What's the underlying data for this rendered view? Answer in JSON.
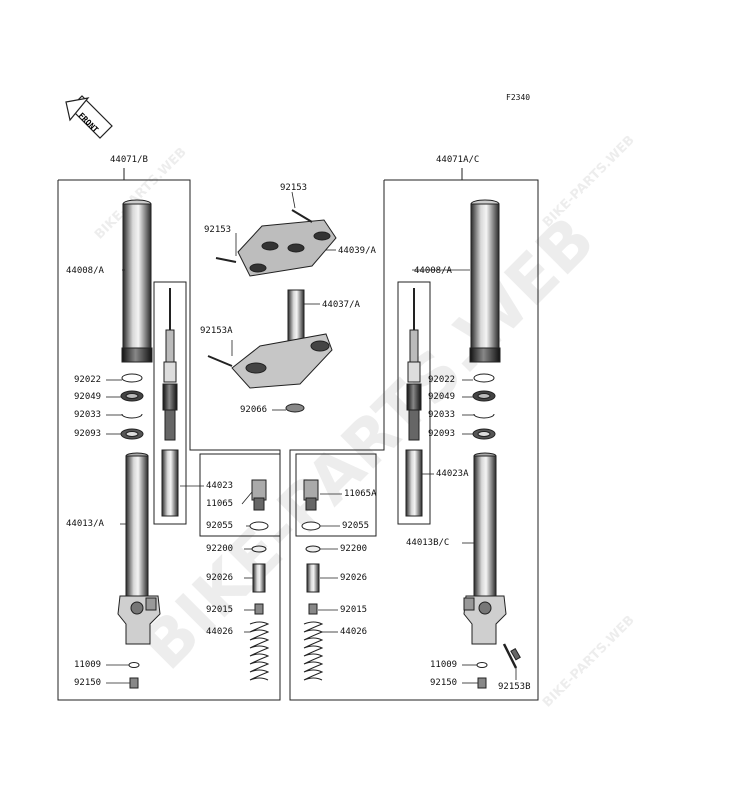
{
  "diagram_code": "F2340",
  "front_arrow": "FRONT",
  "watermarks": {
    "big": "BIKE-PARTS.WEB",
    "small": "BIKE-PARTS.WEB"
  },
  "colors": {
    "line": "#222222",
    "part_dark": "#333333",
    "part_mid": "#9a9a9a",
    "part_light": "#e6e6e6"
  },
  "labels": {
    "l44071b": "44071/B",
    "l44071ac": "44071A/C",
    "l92153_top": "92153",
    "l92153_left": "92153",
    "l44039a": "44039/A",
    "l44008a_left": "44008/A",
    "l44008a_right": "44008/A",
    "l44037a": "44037/A",
    "l92153a": "92153A",
    "l92022_left": "92022",
    "l92049_left": "92049",
    "l92033_left": "92033",
    "l92093_left": "92093",
    "l92022_right": "92022",
    "l92049_right": "92049",
    "l92033_right": "92033",
    "l92093_right": "92093",
    "l92066": "92066",
    "l44023": "44023",
    "l44023a": "44023A",
    "l11065": "11065",
    "l11065a": "11065A",
    "l92055_left": "92055",
    "l92055_right": "92055",
    "l44013a": "44013/A",
    "l44013bc": "44013B/C",
    "l92200_left": "92200",
    "l92200_right": "92200",
    "l92026_left": "92026",
    "l92026_right": "92026",
    "l92015_left": "92015",
    "l92015_right": "92015",
    "l44026_left": "44026",
    "l44026_right": "44026",
    "l11009_left": "11009",
    "l11009_right": "11009",
    "l92150_left": "92150",
    "l92150_right": "92150",
    "l92153b": "92153B"
  }
}
